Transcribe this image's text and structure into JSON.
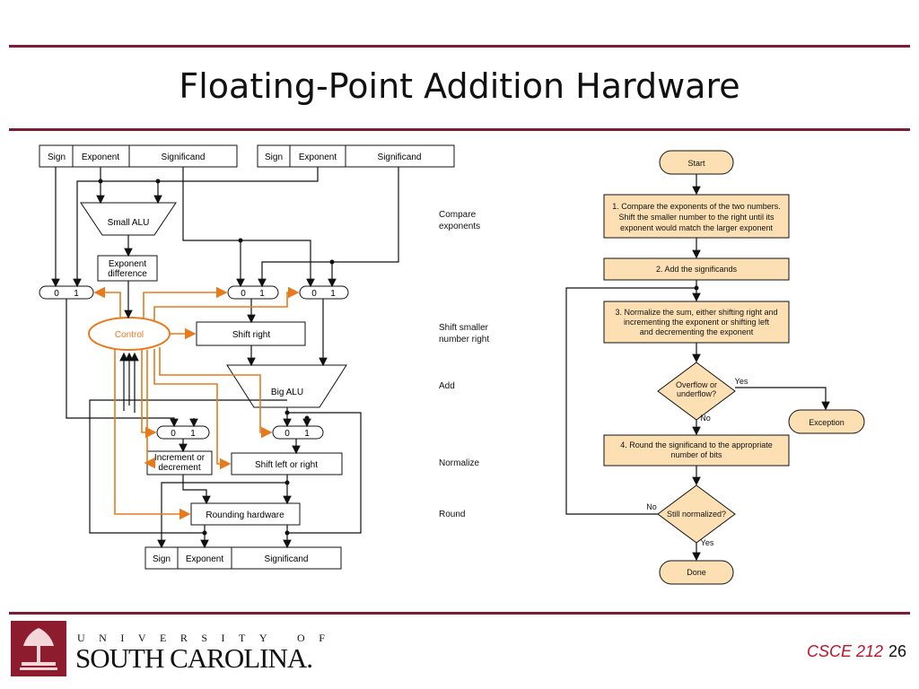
{
  "title": "Floating-Point Addition Hardware",
  "hw": {
    "reg_sign": "Sign",
    "reg_exponent": "Exponent",
    "reg_significand": "Significand",
    "small_alu": "Small ALU",
    "exp_diff_1": "Exponent",
    "exp_diff_2": "difference",
    "mux_0": "0",
    "mux_1": "1",
    "control": "Control",
    "shift_right": "Shift right",
    "big_alu": "Big ALU",
    "incdec_1": "Increment or",
    "incdec_2": "decrement",
    "shift_lr": "Shift left or right",
    "rounding": "Rounding hardware"
  },
  "steps": {
    "compare_1": "Compare",
    "compare_2": "exponents",
    "shift_1": "Shift smaller",
    "shift_2": "number right",
    "add": "Add",
    "normalize": "Normalize",
    "round": "Round"
  },
  "flow": {
    "start": "Start",
    "s1_1": "1. Compare the exponents of the two numbers.",
    "s1_2": "Shift the smaller number to the right until its",
    "s1_3": "exponent would match the larger exponent",
    "s2": "2. Add the significands",
    "s3_1": "3. Normalize the sum, either shifting right and",
    "s3_2": "incrementing the exponent or shifting left",
    "s3_3": "and decrementing the exponent",
    "ovf_1": "Overflow or",
    "ovf_2": "underflow?",
    "yes": "Yes",
    "no": "No",
    "exception": "Exception",
    "s4_1": "4. Round the significand to the appropriate",
    "s4_2": "number of bits",
    "still": "Still normalized?",
    "done": "Done"
  },
  "footer": {
    "logo_top": "UNIVERSITY OF",
    "logo_main": "SOUTH CAROLINA.",
    "course": "CSCE 212",
    "page": "26"
  },
  "colors": {
    "accent": "#7a1f33",
    "control": "#e87a1e",
    "flow_fill": "#fce0b4",
    "course": "#c1122a"
  }
}
